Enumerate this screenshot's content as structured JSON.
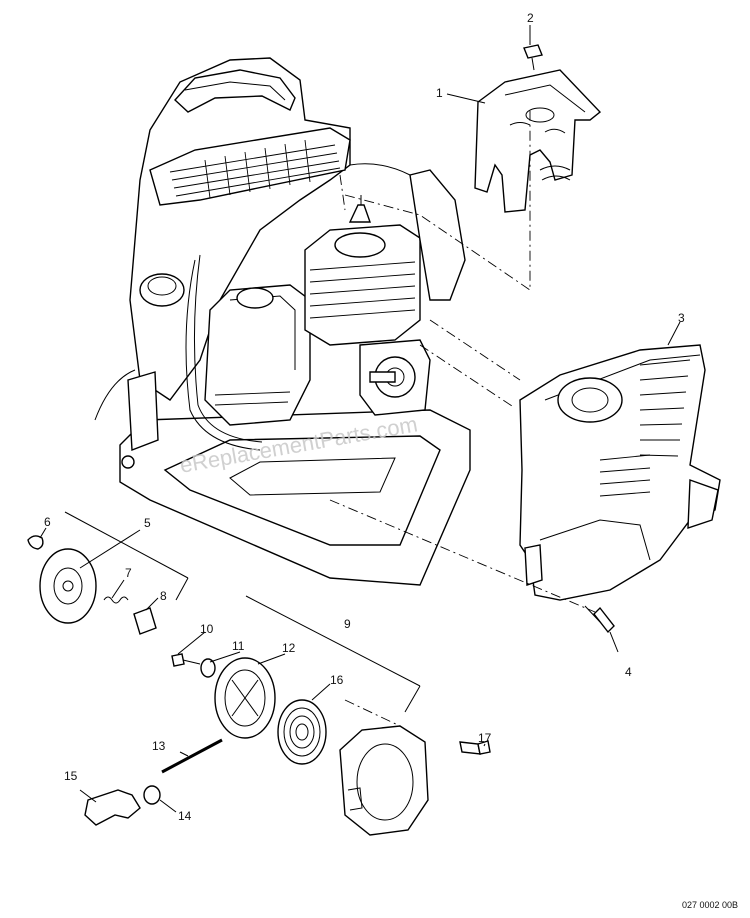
{
  "diagram": {
    "callouts": [
      {
        "id": "1",
        "label": "1"
      },
      {
        "id": "2",
        "label": "2"
      },
      {
        "id": "3",
        "label": "3"
      },
      {
        "id": "4",
        "label": "4"
      },
      {
        "id": "5",
        "label": "5"
      },
      {
        "id": "6",
        "label": "6"
      },
      {
        "id": "7",
        "label": "7"
      },
      {
        "id": "8",
        "label": "8"
      },
      {
        "id": "9",
        "label": "9"
      },
      {
        "id": "10",
        "label": "10"
      },
      {
        "id": "11",
        "label": "11"
      },
      {
        "id": "12",
        "label": "12"
      },
      {
        "id": "13",
        "label": "13"
      },
      {
        "id": "14",
        "label": "14"
      },
      {
        "id": "15",
        "label": "15"
      },
      {
        "id": "16",
        "label": "16"
      },
      {
        "id": "17",
        "label": "17"
      }
    ],
    "watermark": "eReplacementParts.com",
    "drawing_code": "027 0002 00B",
    "colors": {
      "line": "#000000",
      "paper": "#ffffff",
      "watermark": "#c8c8c8"
    }
  }
}
